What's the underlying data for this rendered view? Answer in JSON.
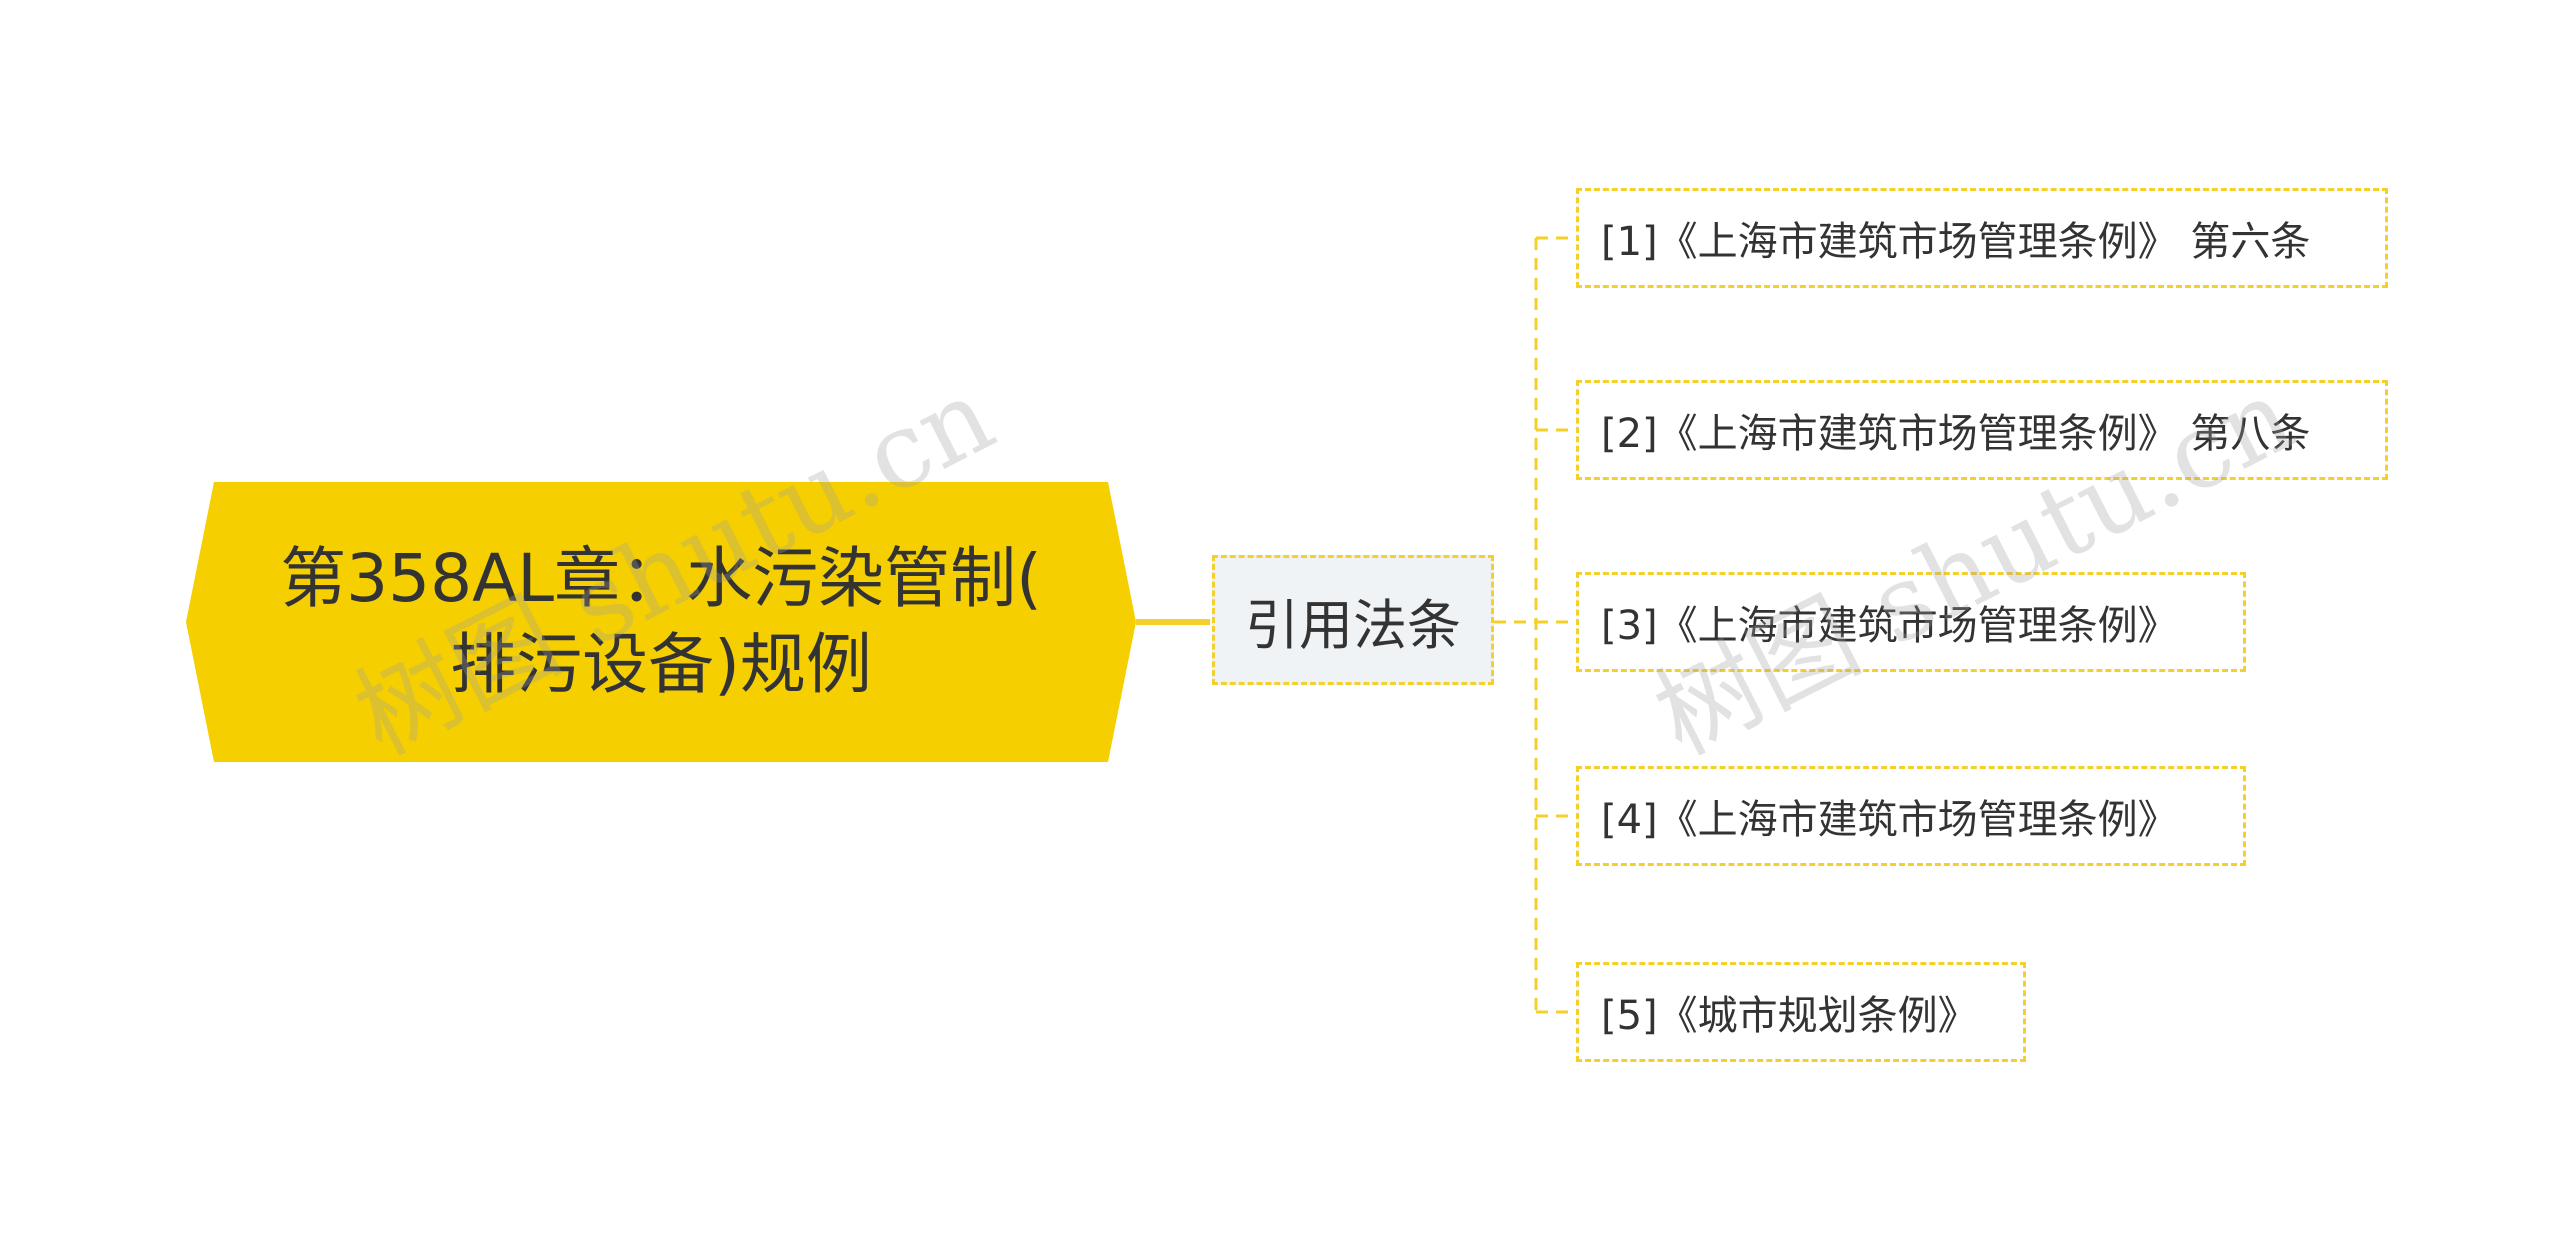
{
  "colors": {
    "root_fill": "#f5cf00",
    "connector": "#f5cf2a",
    "mid_fill": "#f0f3f6",
    "text": "#333333",
    "watermark": "#a0a0a0"
  },
  "root": {
    "label": "第358AL章：水污染管制(\n排污设备)规例"
  },
  "branch": {
    "label": "引用法条"
  },
  "leaves": [
    {
      "label": "[1]《上海市建筑市场管理条例》 第六条"
    },
    {
      "label": "[2]《上海市建筑市场管理条例》 第八条"
    },
    {
      "label": "[3]《上海市建筑市场管理条例》"
    },
    {
      "label": "[4]《上海市建筑市场管理条例》"
    },
    {
      "label": "[5]《城市规划条例》"
    }
  ],
  "watermarks": [
    {
      "text": "树图 shutu.cn"
    },
    {
      "text": "树图 shutu.cn"
    }
  ]
}
